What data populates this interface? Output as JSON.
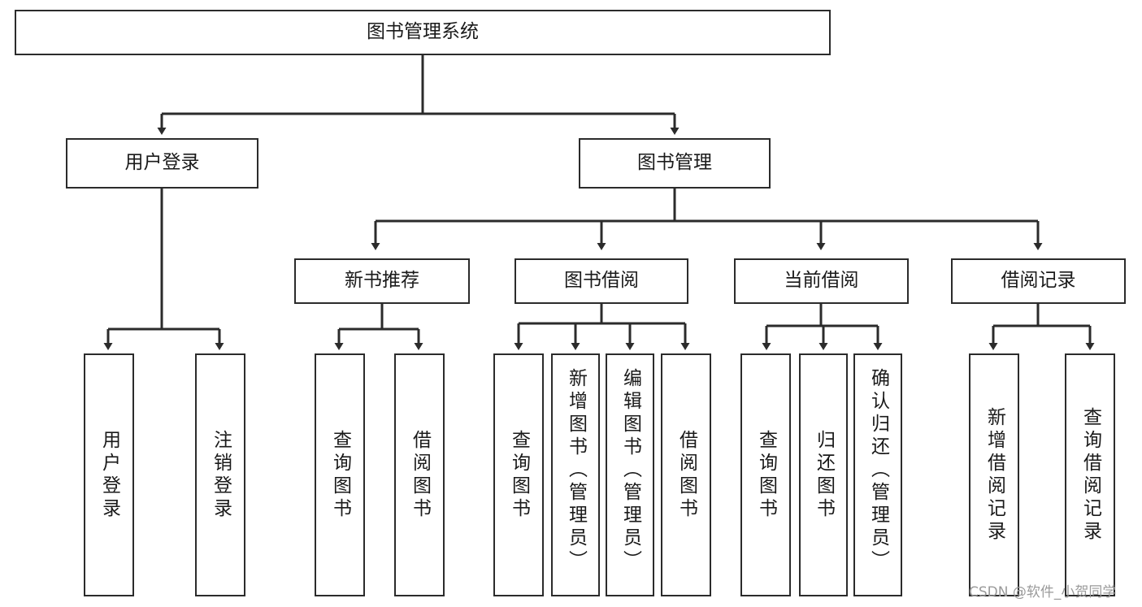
{
  "diagram": {
    "type": "tree",
    "title": "图书管理系统",
    "watermark": "CSDN @软件_小贺同学",
    "colors": {
      "stroke": "#2b2b2b",
      "fill": "#ffffff",
      "text": "#1a1a1a",
      "watermark": "#9a9a9a"
    },
    "nodes": {
      "root": {
        "label": "图书管理系统"
      },
      "level2": [
        {
          "id": "user-login",
          "label": "用户登录"
        },
        {
          "id": "book-management",
          "label": "图书管理"
        }
      ],
      "level3": [
        {
          "id": "new-book-recommend",
          "label": "新书推荐"
        },
        {
          "id": "book-borrow",
          "label": "图书借阅"
        },
        {
          "id": "current-borrow",
          "label": "当前借阅"
        },
        {
          "id": "borrow-record",
          "label": "借阅记录"
        }
      ],
      "leaves": {
        "user-login": [
          {
            "id": "leaf-user-login",
            "label": "用户登录"
          },
          {
            "id": "leaf-logout-login",
            "label": "注销登录"
          }
        ],
        "new-book-recommend": [
          {
            "id": "leaf-query-book-1",
            "label": "查询图书"
          },
          {
            "id": "leaf-borrow-book-1",
            "label": "借阅图书"
          }
        ],
        "book-borrow": [
          {
            "id": "leaf-query-book-2",
            "label": "查询图书"
          },
          {
            "id": "leaf-add-book",
            "label": "新增图书（管理员）"
          },
          {
            "id": "leaf-edit-book",
            "label": "编辑图书（管理员）"
          },
          {
            "id": "leaf-borrow-book-2",
            "label": "借阅图书"
          }
        ],
        "current-borrow": [
          {
            "id": "leaf-query-book-3",
            "label": "查询图书"
          },
          {
            "id": "leaf-return-book",
            "label": "归还图书"
          },
          {
            "id": "leaf-confirm-return",
            "label": "确认归还（管理员）"
          }
        ],
        "borrow-record": [
          {
            "id": "leaf-add-record",
            "label": "新增借阅记录"
          },
          {
            "id": "leaf-query-record",
            "label": "查询借阅记录"
          }
        ]
      }
    }
  }
}
